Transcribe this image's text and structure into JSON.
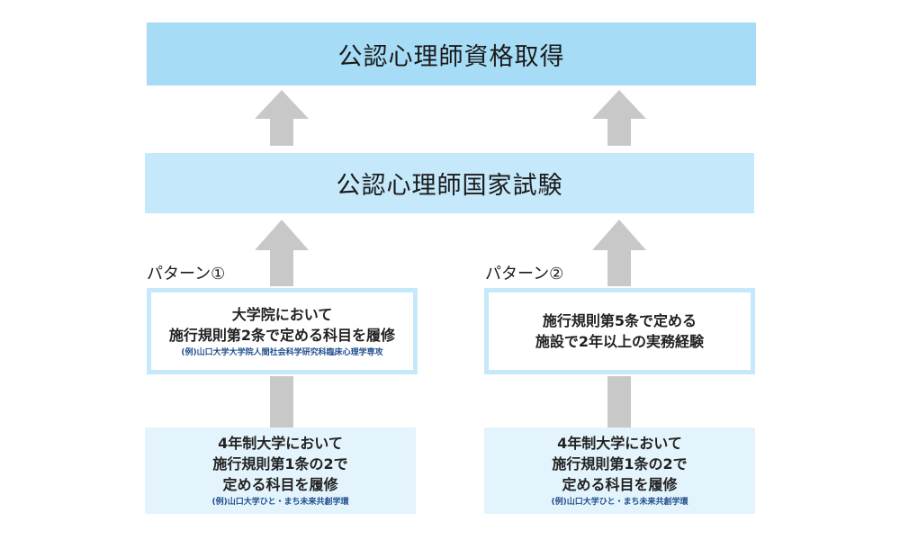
{
  "top": {
    "title": "公認心理師資格取得"
  },
  "exam": {
    "title": "公認心理師国家試験"
  },
  "patterns": [
    {
      "label": "パターン①",
      "mid": {
        "lines": [
          "大学院において",
          "施行規則第2条で定める科目を履修"
        ],
        "note": "(例)山口大学大学院人間社会科学研究科臨床心理学専攻"
      },
      "bottom": {
        "lines": [
          "4年制大学において",
          "施行規則第1条の2で",
          "定める科目を履修"
        ],
        "note": "(例)山口大学ひと・まち未来共創学環"
      }
    },
    {
      "label": "パターン②",
      "mid": {
        "lines": [
          "施行規則第5条で定める",
          "施設で2年以上の実務経験"
        ]
      },
      "bottom": {
        "lines": [
          "4年制大学において",
          "施行規則第1条の2で",
          "定める科目を履修"
        ],
        "note": "(例)山口大学ひと・まち未来共創学環"
      }
    }
  ],
  "colors": {
    "top_box": "#a6dcf6",
    "exam_box": "#c5e8fa",
    "bottom_box": "#e4f4fc",
    "arrow": "#c8c8c8",
    "note_text": "#1f4e8c"
  }
}
